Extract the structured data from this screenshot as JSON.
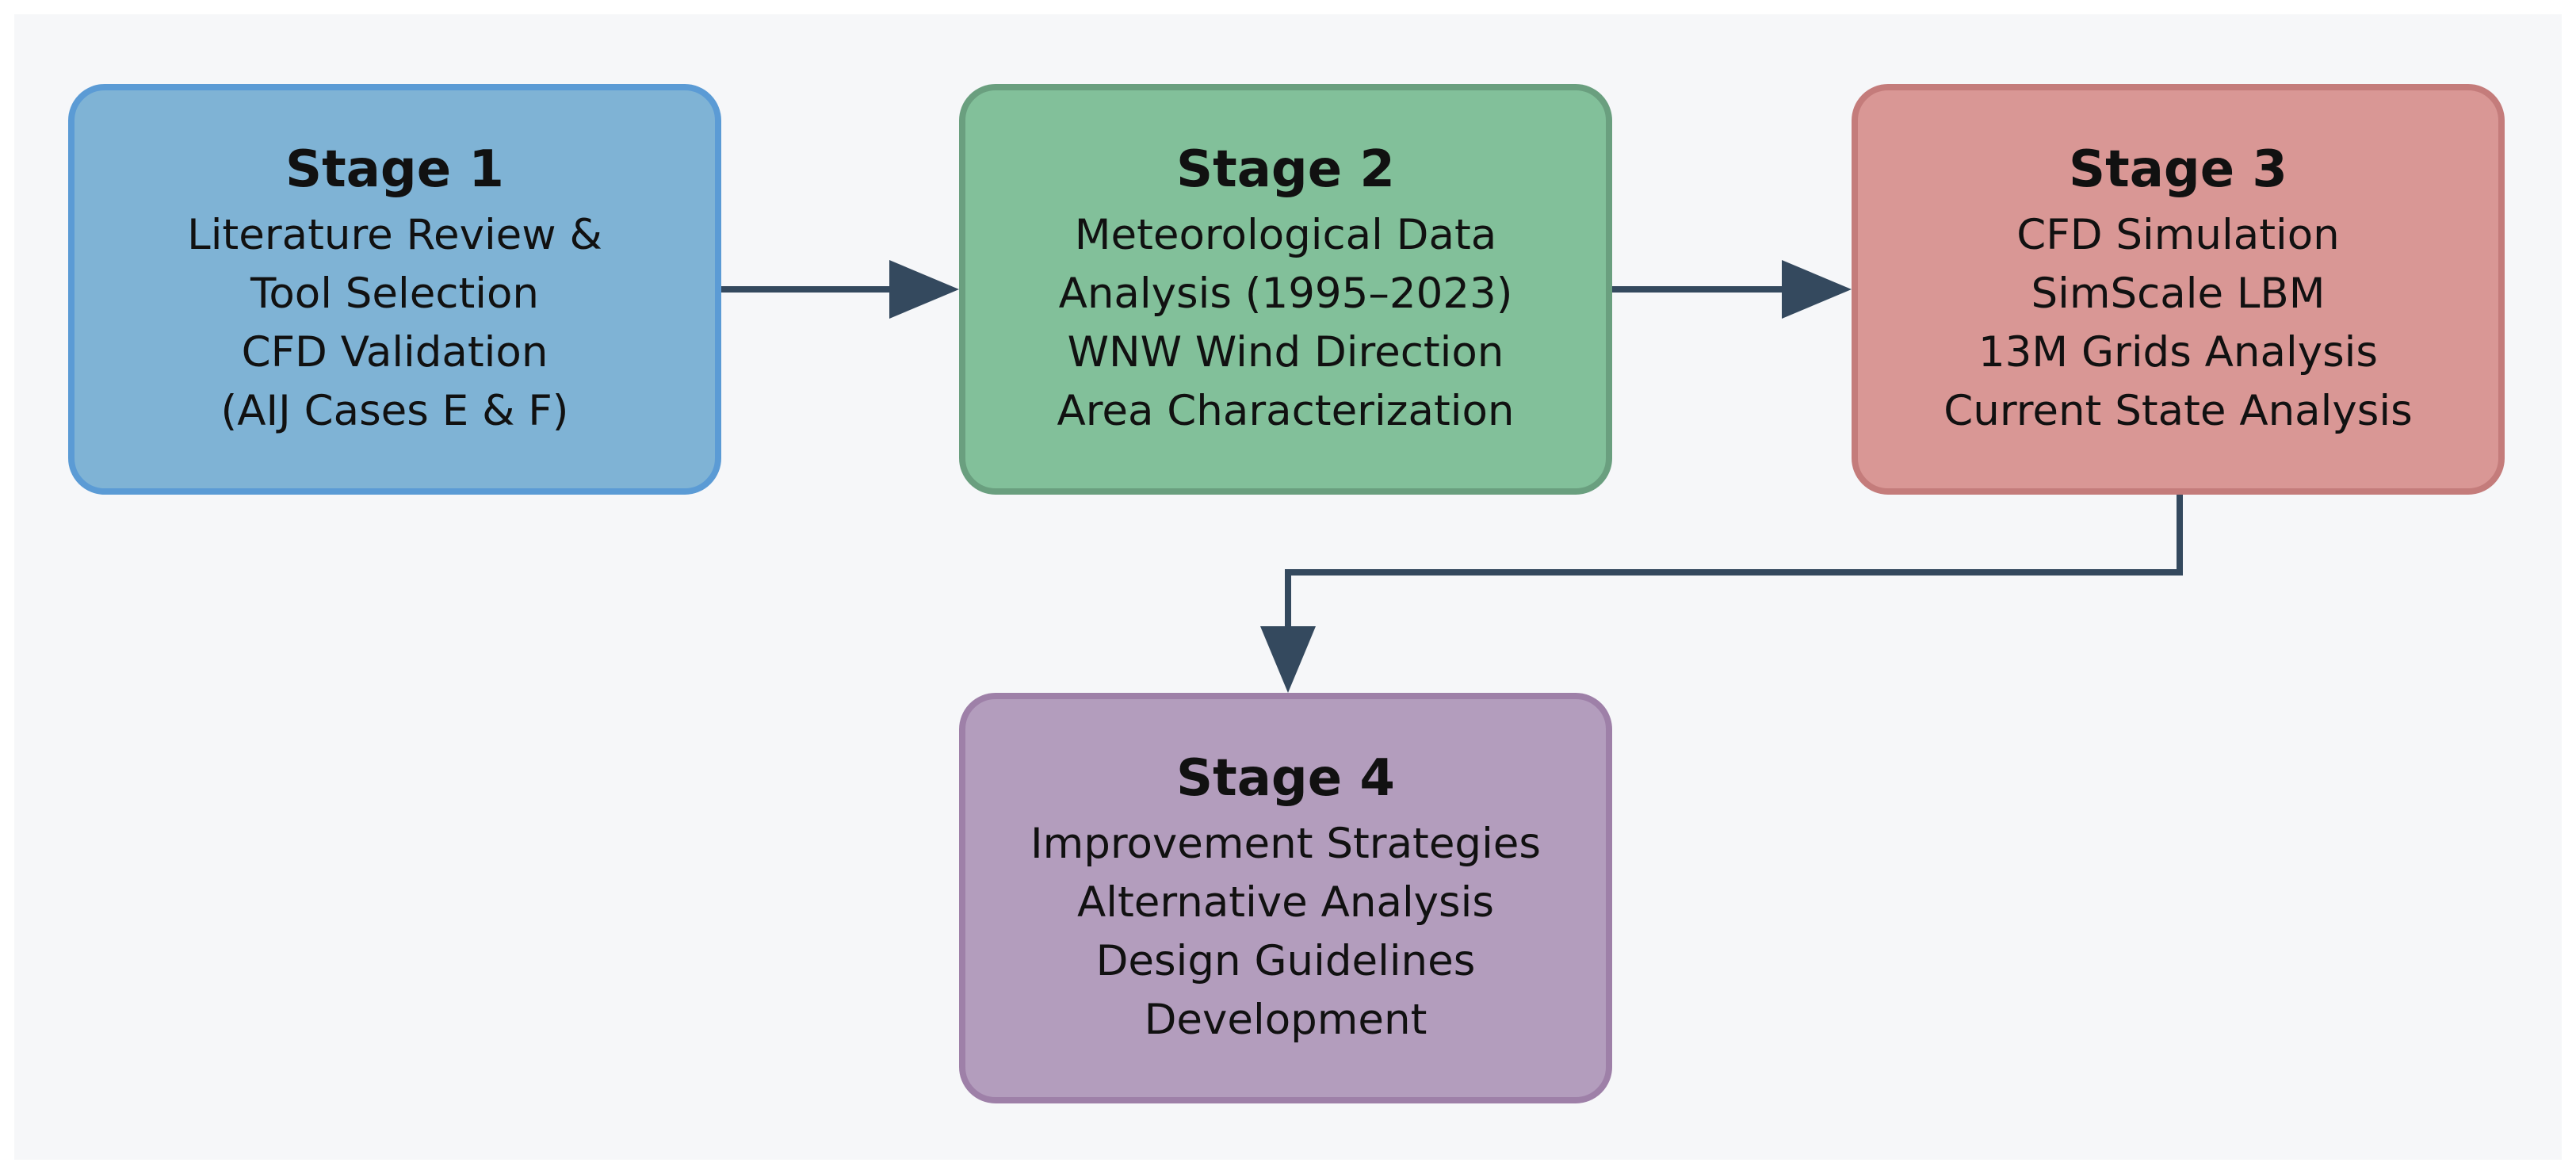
{
  "stages": [
    {
      "title": "Stage 1",
      "lines": [
        "Literature Review &",
        "Tool Selection",
        "CFD Validation",
        "(AIJ Cases E & F)"
      ],
      "color": "#7fb3d5"
    },
    {
      "title": "Stage 2",
      "lines": [
        "Meteorological Data",
        "Analysis (1995–2023)",
        "WNW Wind Direction",
        "Area Characterization"
      ],
      "color": "#82c09a"
    },
    {
      "title": "Stage 3",
      "lines": [
        "CFD Simulation",
        "SimScale LBM",
        "13M Grids Analysis",
        "Current State Analysis"
      ],
      "color": "#d99795"
    },
    {
      "title": "Stage 4",
      "lines": [
        "Improvement Strategies",
        "Alternative Analysis",
        "Design Guidelines",
        "Development"
      ],
      "color": "#b39dbd"
    }
  ],
  "arrow_color": "#34495e"
}
